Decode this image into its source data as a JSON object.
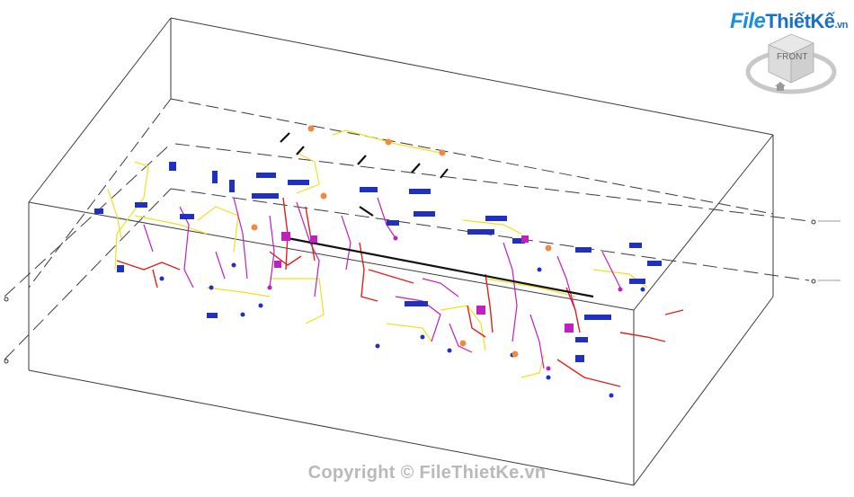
{
  "watermark": {
    "logo_file": "File",
    "logo_name": "ThiếtKế",
    "logo_tld": ".vn",
    "copyright": "Copyright © FileThietKe.vn"
  },
  "viewcube": {
    "face_label": "FRONT",
    "icon": "viewcube-icon",
    "compass_icon": "compass-ring-icon",
    "home_icon": "home-icon"
  },
  "colors": {
    "box_edge": "#3a3a3a",
    "level_line": "#3a3a3a",
    "pipe_red": "#e0201c",
    "pipe_magenta": "#c020c0",
    "pipe_yellow": "#f0e020",
    "fixture_blue": "#2030c0",
    "pipe_black": "#111111",
    "orange": "#f08a40",
    "logo_blue": "#1a6fd0",
    "watermark_gray": "#b9b9b9"
  }
}
